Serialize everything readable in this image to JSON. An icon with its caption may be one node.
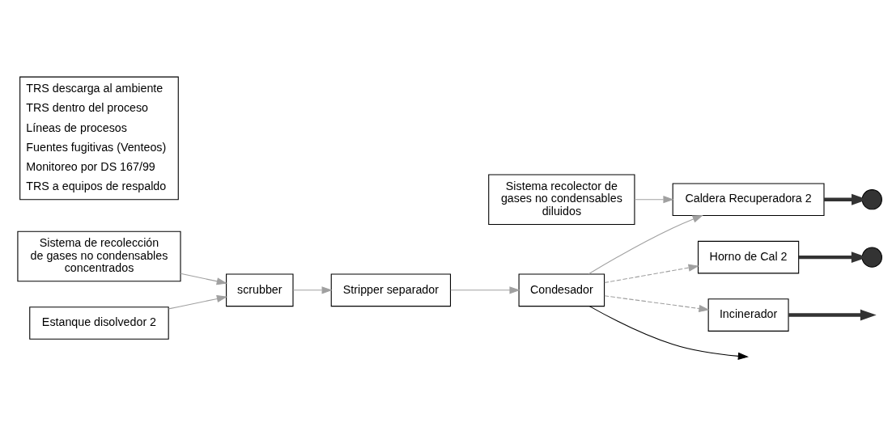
{
  "diagram": {
    "nodes": [
      {
        "text": [
          "Sistema de recolección de gases no condensables concentrados"
        ]
      },
      {
        "text": [
          "Estanque disolvedor 2"
        ]
      },
      {
        "text": [
          "scrubber"
        ]
      },
      {
        "text": [
          "Stripper separador"
        ]
      },
      {
        "text": [
          "Condesador"
        ]
      },
      {
        "text": [
          "Sistema recolector de gases no condensables diluidos"
        ]
      },
      {
        "text": [
          "Caldera Recuperadora 2"
        ]
      },
      {
        "text": [
          "Horno de Cal 2"
        ]
      },
      {
        "text": [
          "Incinerador"
        ]
      },
      {
        "text": [],
        "shape": "circle"
      },
      {
        "text": [],
        "shape": "circle"
      }
    ],
    "edges": [
      {
        "from": 0,
        "to": 2,
        "arrow": "to"
      },
      {
        "from": 1,
        "to": 2,
        "arrow": "to"
      },
      {
        "from": 2,
        "to": 3,
        "arrow": "to"
      },
      {
        "from": 3,
        "to": 4,
        "arrow": "to"
      },
      {
        "from": 5,
        "to": 6,
        "arrow": "to"
      },
      {
        "from": 4,
        "to": 6,
        "arrow": "to"
      },
      {
        "from": 6,
        "to": 9,
        "arrow": "to",
        "style": "thick",
        "color": "#333333"
      },
      {
        "from": 4,
        "to": null,
        "arrow": "to",
        "color": "#000000"
      },
      {
        "from": 4,
        "to": 7,
        "arrow": "to",
        "style": "dashed"
      },
      {
        "from": 4,
        "to": 8,
        "arrow": "to",
        "style": "dashed"
      },
      {
        "from": 7,
        "to": 10,
        "arrow": "to",
        "style": "thick",
        "color": "#333333"
      },
      {
        "from": 8,
        "to": null,
        "arrow": "to",
        "style": "thick",
        "color": "#333333"
      }
    ],
    "legend": [
      {
        "text": "TRS descarga al ambiente"
      },
      {
        "text": "TRS dentro del proceso"
      },
      {
        "text": "Líneas de procesos"
      },
      {
        "text": "Fuentes fugitivas (Venteos)"
      },
      {
        "text": "Monitoreo por DS 167/99"
      },
      {
        "text": "TRS a equipos de respaldo"
      }
    ]
  }
}
